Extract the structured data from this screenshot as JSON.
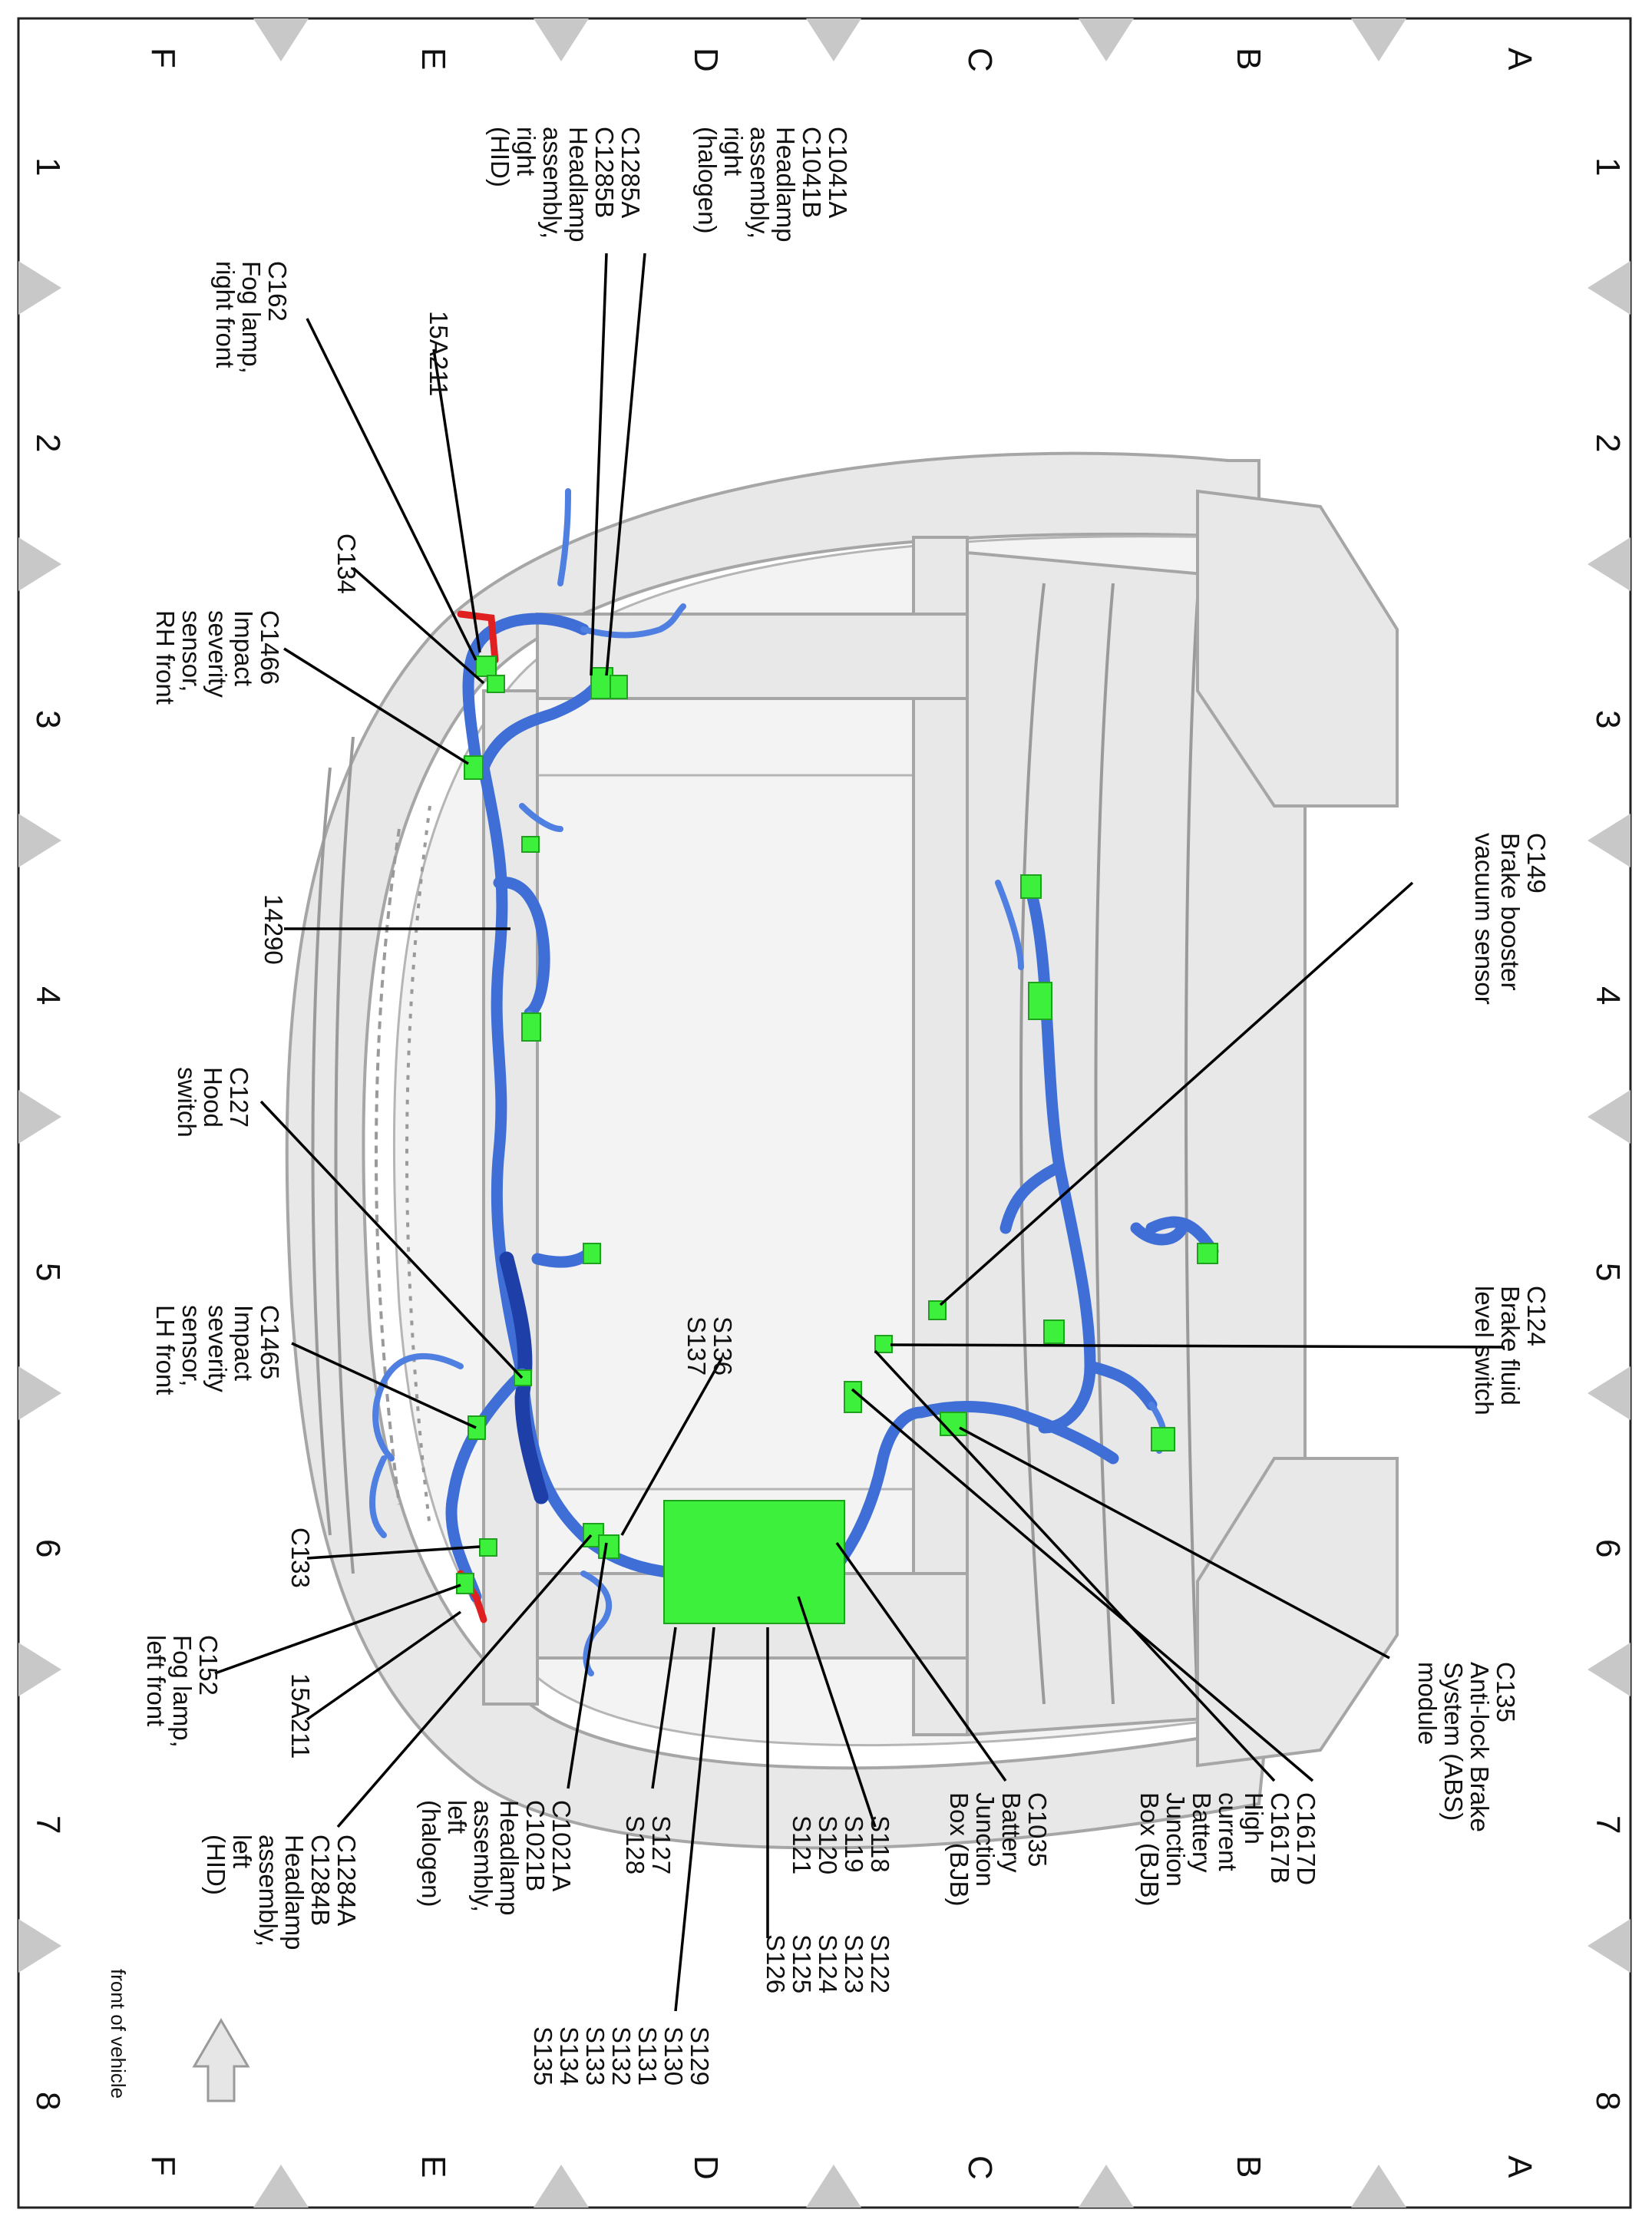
{
  "grid": {
    "top_letters": [
      "A",
      "B",
      "C",
      "D",
      "E",
      "F"
    ],
    "bottom_letters": [
      "A",
      "B",
      "C",
      "D",
      "E",
      "F"
    ],
    "left_numbers": [
      "1",
      "2",
      "3",
      "4",
      "5",
      "6",
      "7",
      "8"
    ],
    "right_numbers": [
      "1",
      "2",
      "3",
      "4",
      "5",
      "6",
      "7",
      "8"
    ]
  },
  "labels": {
    "c1041": [
      "C1041A",
      "C1041B",
      "Headlamp",
      "assembly,",
      "right",
      "(halogen)"
    ],
    "c1285": [
      "C1285A",
      "C1285B",
      "Headlamp",
      "assembly,",
      "right",
      "(HID)"
    ],
    "c162": [
      "C162",
      "Fog lamp,",
      "right front"
    ],
    "w15a211_top": [
      "15A211"
    ],
    "c134": [
      "C134"
    ],
    "c1466": [
      "C1466",
      "Impact",
      "severity",
      "sensor,",
      "RH front"
    ],
    "w14290": [
      "14290"
    ],
    "c127": [
      "C127",
      "Hood",
      "switch"
    ],
    "c1465": [
      "C1465",
      "Impact",
      "severity",
      "sensor,",
      "LH front"
    ],
    "c133": [
      "C133"
    ],
    "c152": [
      "C152",
      "Fog lamp,",
      "left front"
    ],
    "w15a211_bottom": [
      "15A211"
    ],
    "c1284": [
      "C1284A",
      "C1284B",
      "Headlamp",
      "assembly,",
      "left",
      "(HID)"
    ],
    "c1021": [
      "C1021A",
      "C1021B",
      "Headlamp",
      "assembly,",
      "left",
      "(halogen)"
    ],
    "s136": [
      "S136",
      "S137"
    ],
    "s127": [
      "S127",
      "S128"
    ],
    "s129": [
      "S129",
      "S130",
      "S131",
      "S132",
      "S133",
      "S134",
      "S135"
    ],
    "s118": [
      "S118",
      "S119",
      "S120",
      "S121"
    ],
    "s122": [
      "S122",
      "S123",
      "S124",
      "S125",
      "S126"
    ],
    "c1035": [
      "C1035",
      "Battery",
      "Junction",
      "Box (BJB)"
    ],
    "c1617": [
      "C1617D",
      "C1617B",
      "High",
      "current",
      "Battery",
      "Junction",
      "Box (BJB)"
    ],
    "c135": [
      "C135",
      "Anti-lock Brake",
      "System (ABS)",
      "module"
    ],
    "c124": [
      "C124",
      "Brake fluid",
      "level switch"
    ],
    "c149": [
      "C149",
      "Brake booster",
      "vacuum sensor"
    ]
  },
  "front_of_vehicle": "front of vehicle",
  "colors": {
    "harness": "#3f6fd6",
    "harness_dark": "#1f3fa8",
    "connector": "#3cf03c",
    "fuse_wire": "#e02020",
    "frame": "#e8e8e8",
    "grid_marker": "#c8c8c8"
  }
}
